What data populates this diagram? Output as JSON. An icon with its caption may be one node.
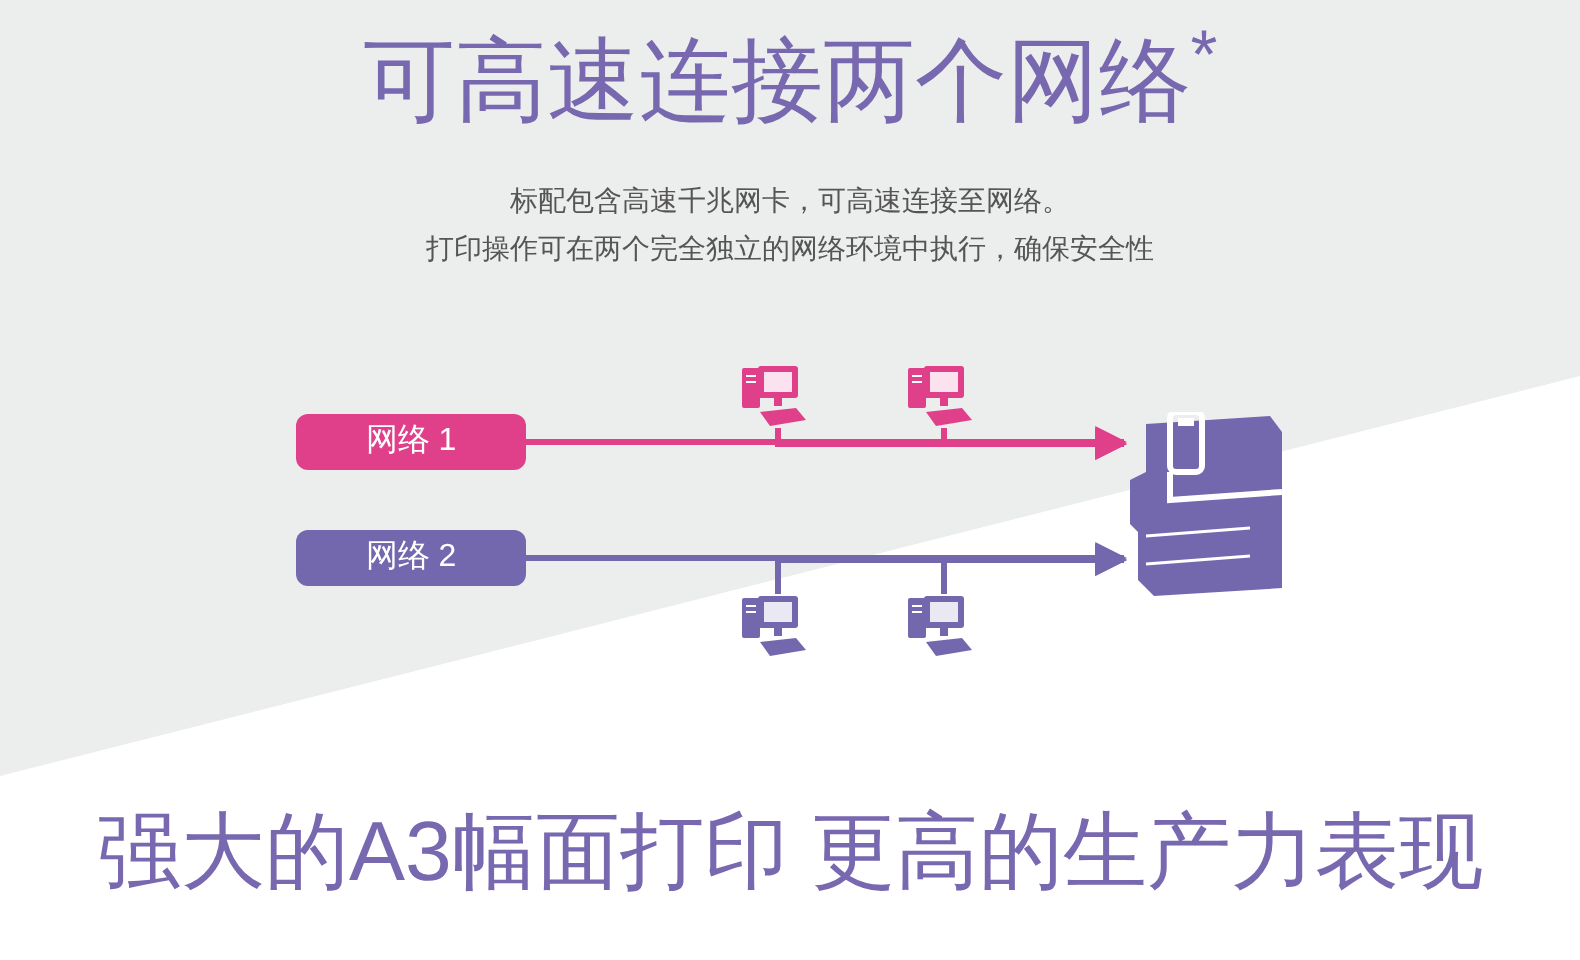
{
  "diagram": {
    "title": "可高速连接两个网络$^{*}$",
    "nodes": [
      {
        "text": [
          "网络 1"
        ]
      },
      {
        "text": [
          "网络 2"
        ]
      },
      {
        "text": [],
        "shape": "picture"
      },
      {
        "text": [],
        "shape": "picture"
      },
      {
        "text": [],
        "shape": "picture"
      },
      {
        "text": [],
        "shape": "picture"
      },
      {
        "text": [],
        "shape": "picture"
      }
    ],
    "edges": [
      {
        "from": 0,
        "to": 2,
        "arrow": "to",
        "color": "#e0408a"
      },
      {
        "from": 1,
        "to": 2,
        "arrow": "to",
        "color": "#7367ae"
      },
      {
        "from": 3,
        "to": 2,
        "arrow": "to",
        "color": "#e0408a"
      },
      {
        "from": 4,
        "to": 2,
        "arrow": "to",
        "color": "#e0408a"
      },
      {
        "from": 5,
        "to": 2,
        "arrow": "to",
        "color": "#7367ae"
      },
      {
        "from": 6,
        "to": 2,
        "arrow": "to",
        "color": "#7367ae"
      }
    ],
    "labels": [
      "标配包含高速千兆网卡，可高速连接至网络。",
      "打印操作可在两个完全独立的网络环境中执行，确保安全性",
      "强大的A3幅面打印 更高的生产力表现"
    ]
  }
}
